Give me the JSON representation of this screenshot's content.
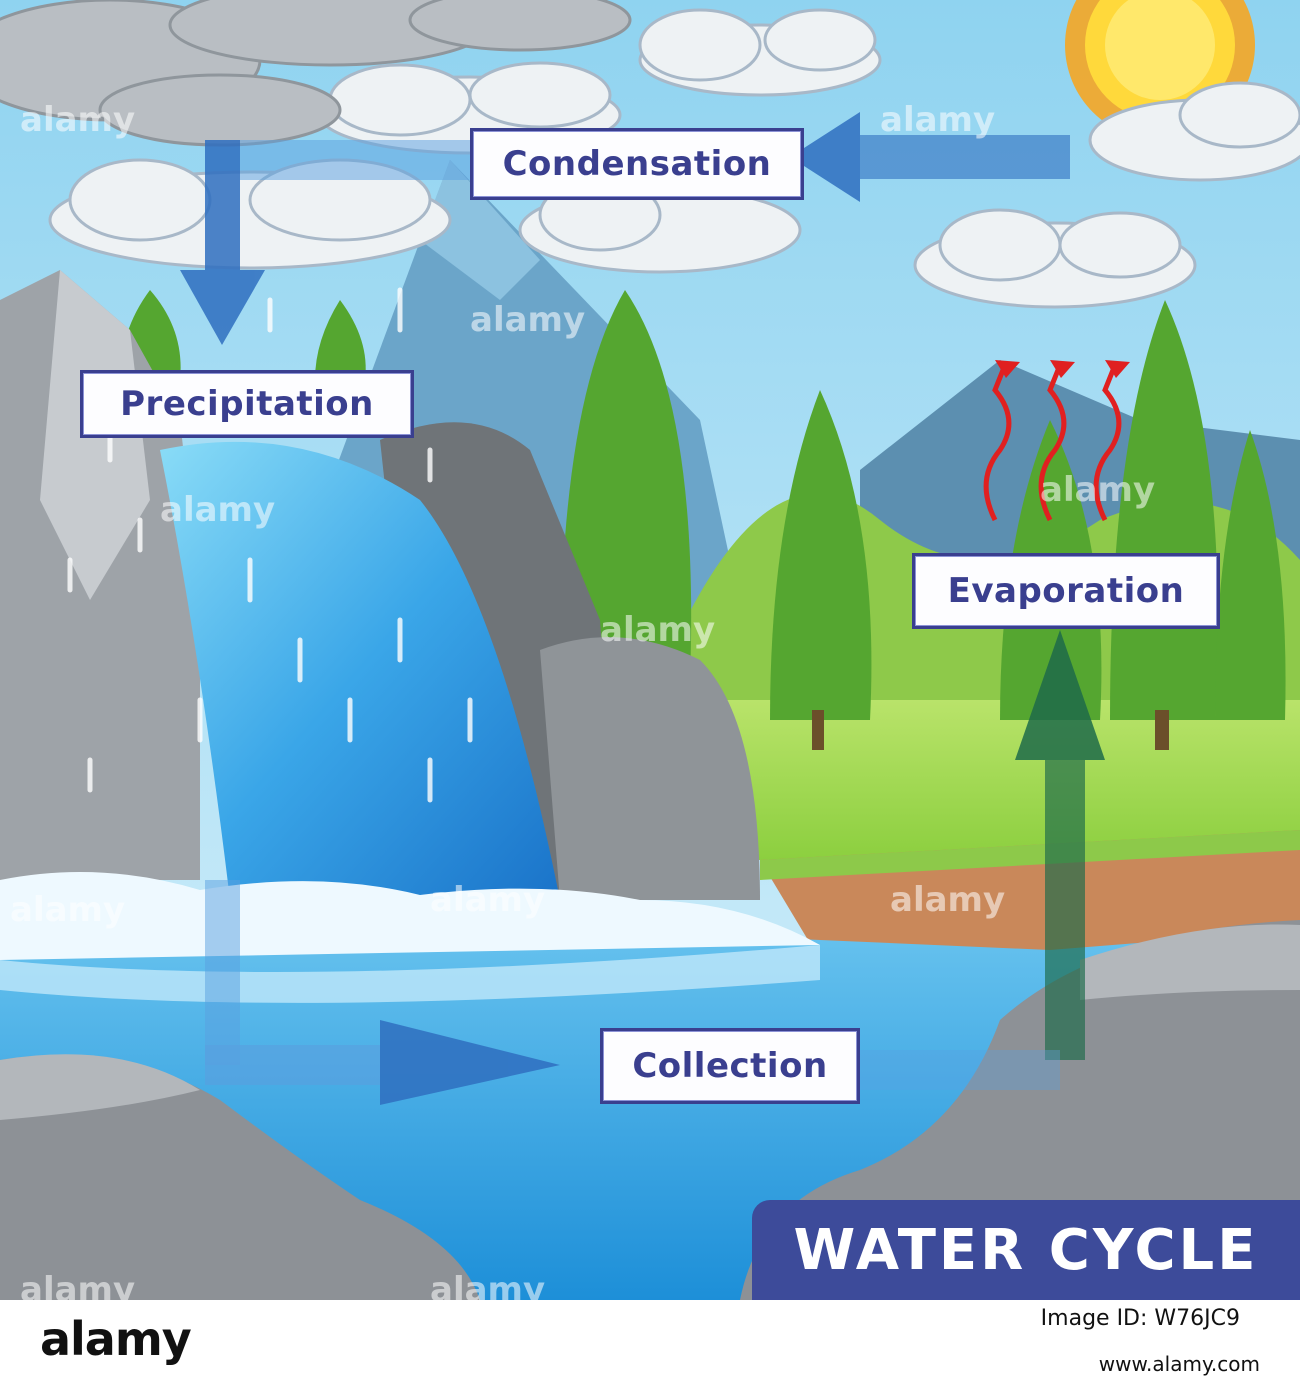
{
  "diagram": {
    "title": "WATER CYCLE",
    "stages": {
      "condensation": "Condensation",
      "precipitation": "Precipitation",
      "evaporation": "Evaporation",
      "collection": "Collection"
    }
  },
  "watermarks": [
    "alamy",
    "alamy",
    "alamy",
    "alamy",
    "alamy",
    "alamy",
    "alamy",
    "alamy",
    "alamy",
    "alamy",
    "alamy",
    "alamy"
  ],
  "footer": {
    "brand": "alamy",
    "image_id": "Image ID: W76JC9",
    "url": "www.alamy.com"
  },
  "colors": {
    "label_border": "#3a3f8f",
    "banner": "#3d4b9a",
    "arrow_blue": "#2f6fc0",
    "arrow_green": "#1e6b4a",
    "heat_arrow": "#e02020"
  }
}
